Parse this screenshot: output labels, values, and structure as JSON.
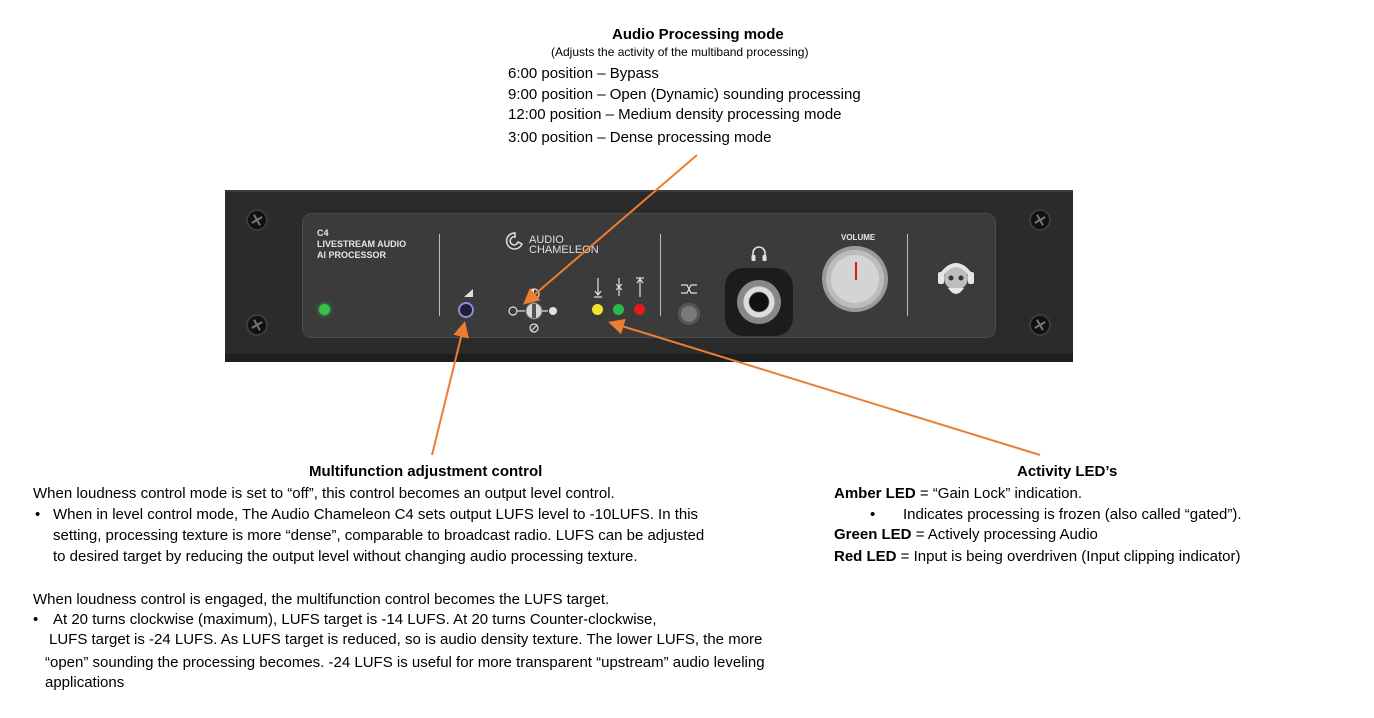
{
  "top_callout": {
    "title": "Audio Processing mode",
    "subtitle": "(Adjusts the activity of the multiband processing)",
    "lines": [
      "6:00 position – Bypass",
      "9:00 position – Open (Dynamic) sounding processing",
      "12:00 position – Medium density processing mode",
      "3:00 position – Dense processing mode"
    ]
  },
  "device": {
    "model": "C4",
    "product_line1": "LIVESTREAM AUDIO",
    "product_line2": "AI PROCESSOR",
    "brand_line1": "AUDIO",
    "brand_line2": "CHAMELEON",
    "volume_label": "VOLUME",
    "colors": {
      "amber_led": "#f2e22e",
      "green_led": "#2fb84a",
      "red_led": "#e21b1b",
      "power_led": "#38c24a"
    }
  },
  "multifunction": {
    "title": "Multifunction adjustment control",
    "intro": "When loudness control mode is set to “off”, this control becomes an output level control.",
    "bullet1_line1": "When in level control mode, The Audio Chameleon C4 sets output LUFS level to -10LUFS.  In this",
    "bullet1_line2": "setting, processing texture is more “dense”, comparable to broadcast radio.  LUFS can be adjusted",
    "bullet1_line3": "to desired target by reducing the output level without changing audio processing texture.",
    "para2": "When loudness control is engaged, the multifunction control becomes the LUFS target.",
    "bullet2_line1": "At 20 turns clockwise (maximum), LUFS target is -14 LUFS.  At 20 turns Counter-clockwise,",
    "bullet2_line2": "LUFS target is -24 LUFS.  As LUFS target is reduced, so is audio density texture.  The lower LUFS, the more",
    "bullet2_line3": "“open” sounding the processing becomes.  -24 LUFS is useful for more transparent “upstream” audio leveling",
    "bullet2_line4": "applications"
  },
  "activity": {
    "title": "Activity LED’s",
    "amber_label": "Amber LED",
    "amber_text": " = “Gain Lock” indication.",
    "amber_sub": "Indicates processing is frozen (also called “gated”).",
    "green_label": "Green LED",
    "green_text": " = Actively processing Audio",
    "red_label": "Red LED",
    "red_text": " = Input is being overdriven (Input clipping indicator)"
  },
  "bullet_symbol": "•"
}
